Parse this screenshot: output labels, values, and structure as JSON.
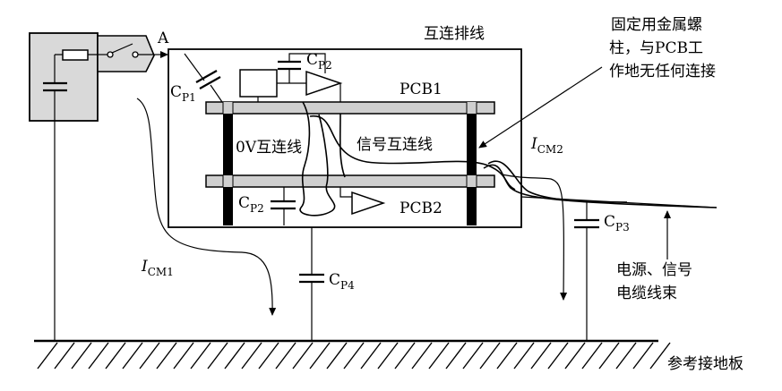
{
  "labels": {
    "node_a": "A",
    "cable_assembly": "互连排线",
    "mount_note_line1": "固定用金属螺",
    "mount_note_line2": "柱，与PCB工",
    "mount_note_line3": "作地无任何连接",
    "pcb1": "PCB1",
    "pcb2": "PCB2",
    "zero_v_interconnect": "0V互连线",
    "signal_interconnect": "信号互连线",
    "power_signal_line1": "电源、信号",
    "power_signal_line2": "电缆线束",
    "ground_plane": "参考接地板"
  },
  "capacitors": {
    "cp1": {
      "base": "C",
      "sub": "P1"
    },
    "cp2_top": {
      "base": "C",
      "sub": "P2"
    },
    "cp2_bottom": {
      "base": "C",
      "sub": "P2"
    },
    "cp3": {
      "base": "C",
      "sub": "P3"
    },
    "cp4": {
      "base": "C",
      "sub": "P4"
    }
  },
  "currents": {
    "icm1": {
      "base": "I",
      "sub": "CM1"
    },
    "icm2": {
      "base": "I",
      "sub": "CM2"
    }
  },
  "colors": {
    "ink": "#000000",
    "source_box_fill": "#d9d9d9",
    "pcb_fill": "#cfcfcf",
    "hatch": "#000000"
  }
}
